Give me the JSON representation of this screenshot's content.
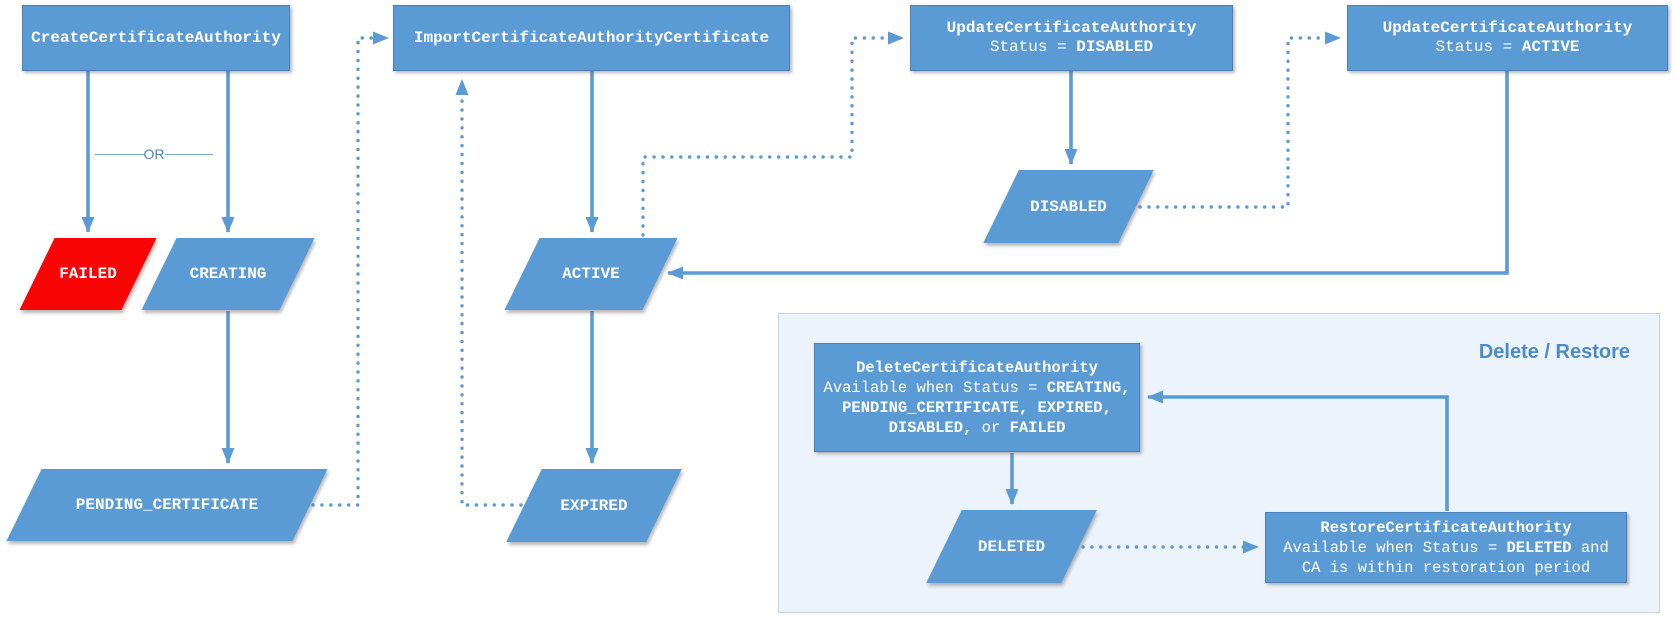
{
  "diagram": {
    "panel_title": "Delete / Restore",
    "or": "OR",
    "nodes": {
      "create": {
        "label": "CreateCertificateAuthority"
      },
      "import": {
        "label": "ImportCertificateAuthorityCertificate"
      },
      "update_disabled": {
        "line1": "UpdateCertificateAuthority",
        "line2_prefix": "Status = ",
        "line2_value": "DISABLED"
      },
      "update_active": {
        "line1": "UpdateCertificateAuthority",
        "line2_prefix": "Status = ",
        "line2_value": "ACTIVE"
      },
      "delete": {
        "line1": "DeleteCertificateAuthority",
        "line2_prefix": "Available when Status = ",
        "line2_value": "CREATING,",
        "line3": "PENDING_CERTIFICATE, EXPIRED,",
        "line4_a": "DISABLED,",
        "line4_b": " or ",
        "line4_c": "FAILED"
      },
      "restore": {
        "line1": "RestoreCertificateAuthority",
        "line2_a": "Available when Status = ",
        "line2_b": "DELETED",
        "line2_c": " and",
        "line3": "CA is within restoration period"
      }
    },
    "states": {
      "failed": "FAILED",
      "creating": "CREATING",
      "active": "ACTIVE",
      "disabled": "DISABLED",
      "pending": "PENDING_CERTIFICATE",
      "expired": "EXPIRED",
      "deleted": "DELETED"
    },
    "colors": {
      "node_fill": "#5b9bd5",
      "node_border": "#4a80ba",
      "failed_fill": "#fa0505",
      "connector": "#5b9bd5",
      "panel_fill": "#edf3fa",
      "panel_border": "#c3d3e7",
      "panel_title": "#4a8bc8",
      "text": "#ffffff"
    }
  }
}
